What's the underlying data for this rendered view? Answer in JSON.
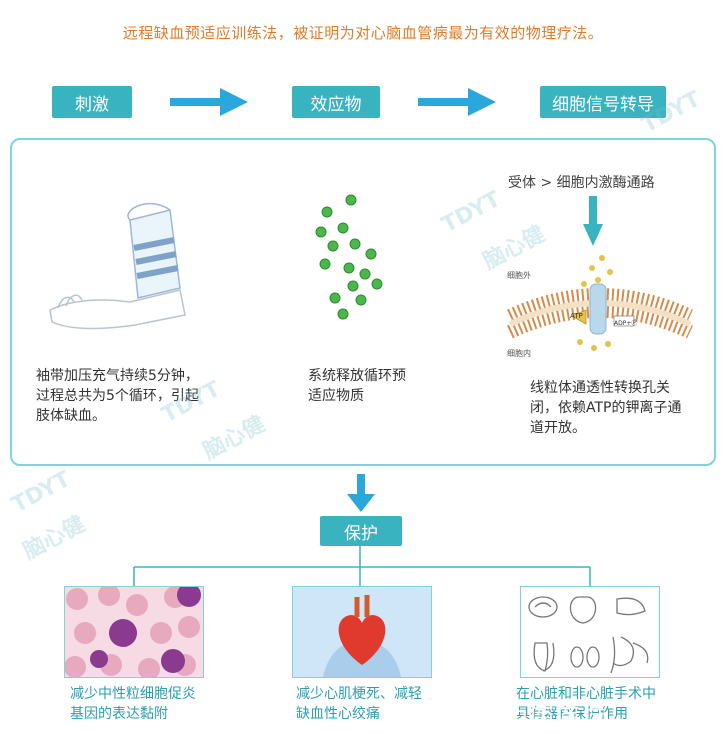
{
  "intro_text": "远程缺血预适应训练法，被证明为对心脑血管病最为有效的物理疗法。",
  "flow": {
    "step1": "刺激",
    "step2": "效应物",
    "step3": "细胞信号转导"
  },
  "panel": {
    "cuff_caption": "袖带加压充气持续5分钟，过程总共为5个循环，引起肢体缺血。",
    "release_caption": "系统释放循环预适应物质",
    "pathway_title": "受体 > 细胞内激酶通路",
    "membrane_outside": "细胞外",
    "membrane_inside": "细胞内",
    "atp_label": "ATP",
    "adp_label": "ADP+Ⓟ",
    "channel_caption": "线粒体通透性转换孔关闭，依赖ATP的钾离子通道开放。"
  },
  "protect_label": "保护",
  "outcomes": [
    {
      "caption": "减少中性粒细胞促炎基因的表达黏附"
    },
    {
      "caption": "减少心肌梗死、减轻缺血性心绞痛"
    },
    {
      "caption": "在心脏和非心脏手术中具有器官保护作用"
    }
  ],
  "watermark": {
    "brand": "TDYT",
    "text": "脑心健"
  },
  "footer_watermark": "搜狐号@中医医疗",
  "colors": {
    "teal": "#3ab3c0",
    "orange": "#e07b2a",
    "arrow": "#2aa7dc",
    "border": "#7fd3dc"
  }
}
